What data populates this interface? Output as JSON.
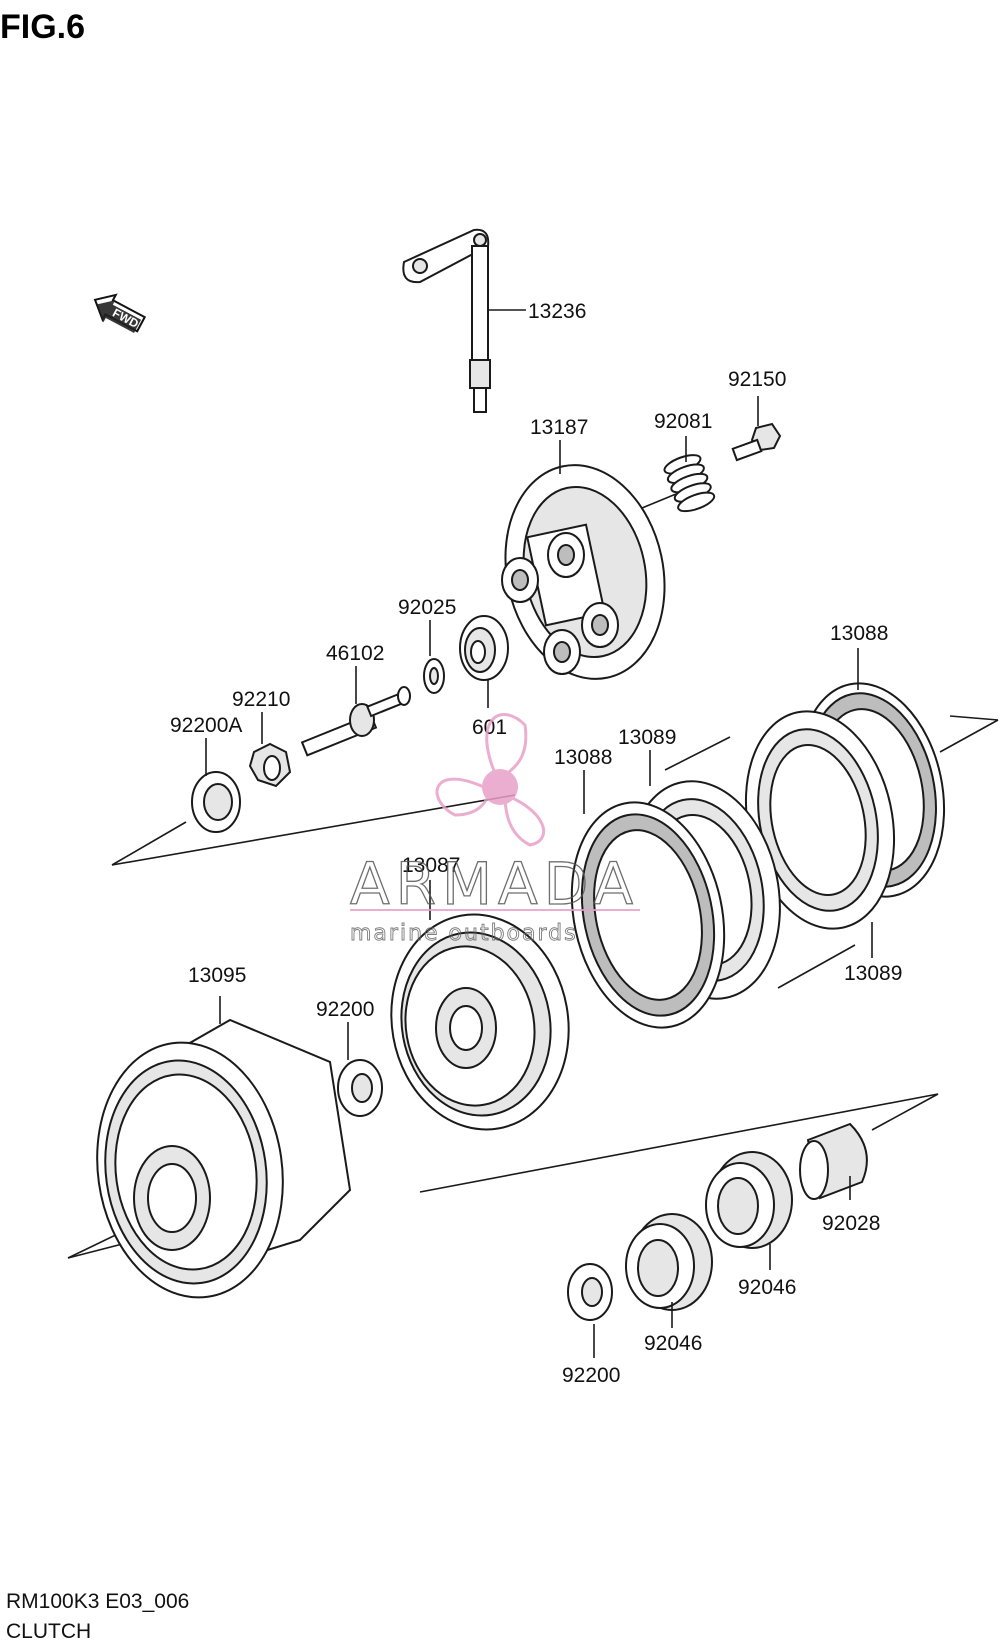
{
  "figure": {
    "title": "FIG.6"
  },
  "footer": {
    "code": "RM100K3 E03_006",
    "section": "CLUTCH"
  },
  "direction_marker": {
    "text": "FWD"
  },
  "watermark": {
    "brand": "ARMADA",
    "tagline": "marine outboards",
    "accent_color": "#e8a0c8"
  },
  "parts": [
    {
      "id": "p13236",
      "number": "13236"
    },
    {
      "id": "p92150",
      "number": "92150"
    },
    {
      "id": "p92081",
      "number": "92081"
    },
    {
      "id": "p13187",
      "number": "13187"
    },
    {
      "id": "p92025",
      "number": "92025"
    },
    {
      "id": "p46102",
      "number": "46102"
    },
    {
      "id": "p92210",
      "number": "92210"
    },
    {
      "id": "p92200A",
      "number": "92200A"
    },
    {
      "id": "p601",
      "number": "601"
    },
    {
      "id": "p13088a",
      "number": "13088"
    },
    {
      "id": "p13089a",
      "number": "13089"
    },
    {
      "id": "p13088b",
      "number": "13088"
    },
    {
      "id": "p13087",
      "number": "13087"
    },
    {
      "id": "p13089b",
      "number": "13089"
    },
    {
      "id": "p13095",
      "number": "13095"
    },
    {
      "id": "p92200b",
      "number": "92200"
    },
    {
      "id": "p92028",
      "number": "92028"
    },
    {
      "id": "p92046a",
      "number": "92046"
    },
    {
      "id": "p92046b",
      "number": "92046"
    },
    {
      "id": "p92200c",
      "number": "92200"
    }
  ]
}
